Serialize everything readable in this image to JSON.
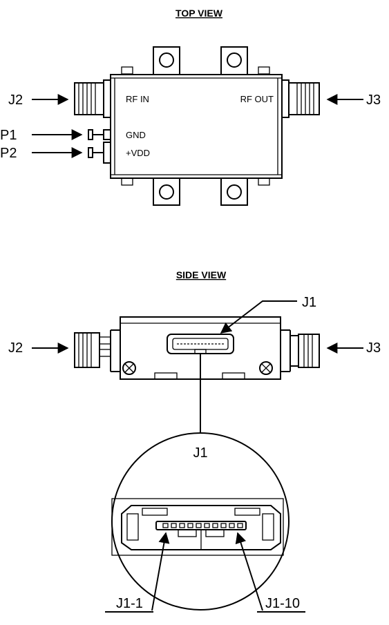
{
  "top_view": {
    "title": "TOP VIEW",
    "labels": {
      "j2": "J2",
      "j3": "J3",
      "p1": "P1",
      "p2": "P2",
      "rf_in": "RF IN",
      "rf_out": "RF OUT",
      "gnd": "GND",
      "vdd": "+VDD"
    }
  },
  "side_view": {
    "title": "SIDE VIEW",
    "labels": {
      "j1_callout": "J1",
      "j2": "J2",
      "j3": "J3",
      "j1_detail": "J1",
      "pin1": "J1-1",
      "pin10": "J1-10"
    }
  }
}
